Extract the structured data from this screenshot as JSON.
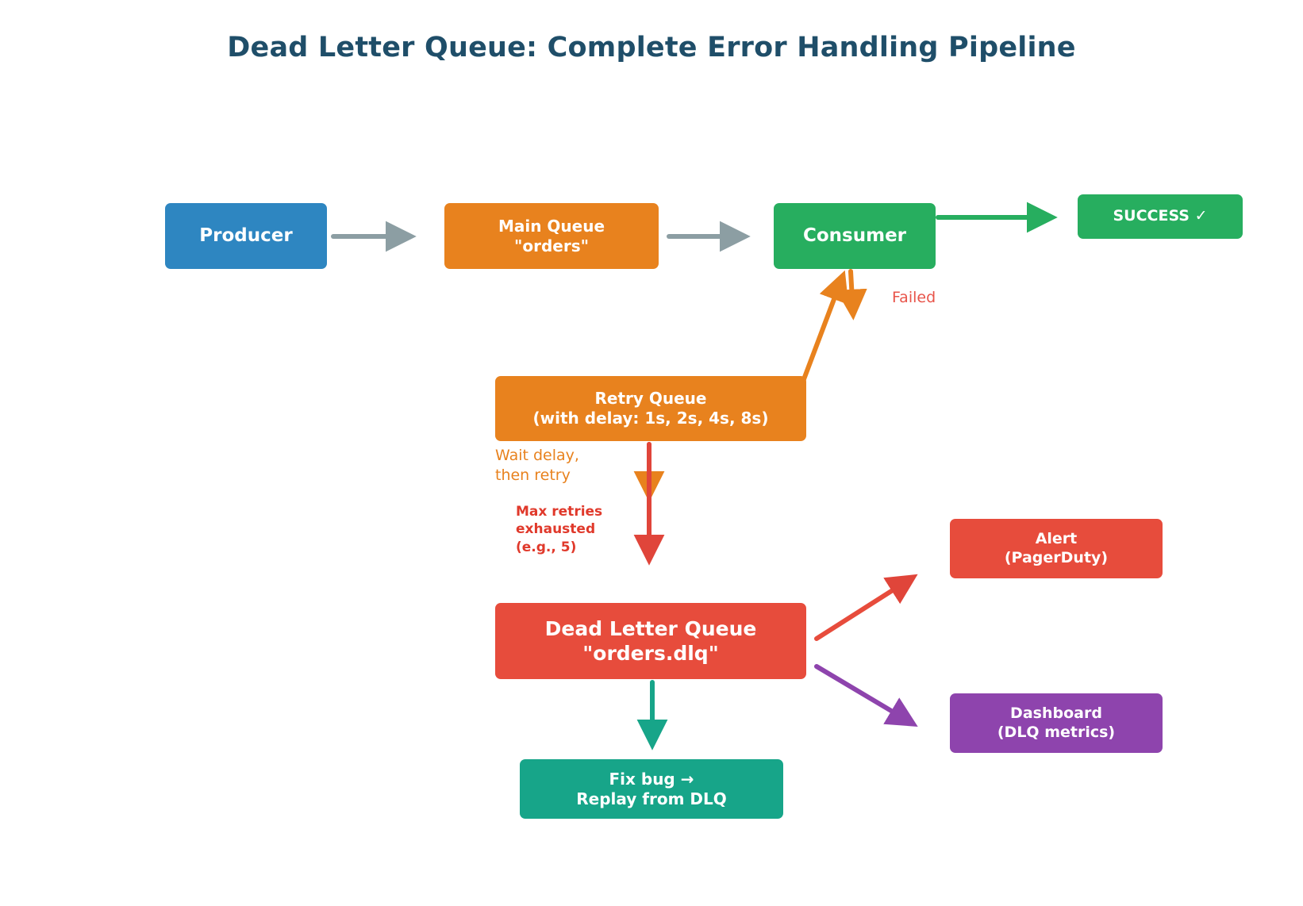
{
  "title": "Dead Letter Queue: Complete Error Handling Pipeline",
  "nodes": {
    "producer": {
      "label": "Producer",
      "color": "#2e86c1"
    },
    "main_queue": {
      "label": "Main Queue\n\"orders\"",
      "color": "#e8821e"
    },
    "consumer": {
      "label": "Consumer",
      "color": "#27ae5f"
    },
    "success": {
      "label": "SUCCESS ✓",
      "color": "#27ae5f"
    },
    "retry_queue": {
      "label": "Retry Queue\n(with delay: 1s, 2s, 4s, 8s)",
      "color": "#e8821e"
    },
    "dead_letter_queue": {
      "label": "Dead Letter Queue\n\"orders.dlq\"",
      "color": "#e74c3c"
    },
    "alert": {
      "label": "Alert\n(PagerDuty)",
      "color": "#e74c3c"
    },
    "dashboard": {
      "label": "Dashboard\n(DLQ metrics)",
      "color": "#8e44ad"
    },
    "fix_bug": {
      "label": "Fix bug →\nReplay from DLQ",
      "color": "#17a589"
    }
  },
  "edges": {
    "producer_to_main_queue": {
      "label": "",
      "color": "#8c9ea3"
    },
    "main_queue_to_consumer": {
      "label": "",
      "color": "#8c9ea3"
    },
    "consumer_to_success": {
      "label": "",
      "color": "#27ae5f"
    },
    "consumer_to_retry": {
      "label": "Failed",
      "color": "#e8821e",
      "label_color": "#e8544a"
    },
    "retry_to_consumer": {
      "label": "",
      "color": "#e8821e"
    },
    "retry_wait_delay": {
      "label": "Wait delay,\nthen retry",
      "color": "#e8821e"
    },
    "retry_to_dlq": {
      "label": "Max retries\nexhausted\n(e.g., 5)",
      "color": "#e0392b"
    },
    "dlq_to_alert": {
      "label": "",
      "color": "#e74c3c"
    },
    "dlq_to_dashboard": {
      "label": "",
      "color": "#8e44ad"
    },
    "dlq_to_fix_bug": {
      "label": "",
      "color": "#17a589"
    }
  },
  "colors": {
    "title": "#1f4e69",
    "background": "#ffffff",
    "blue": "#2e86c1",
    "orange": "#e8821e",
    "green": "#27ae5f",
    "red": "#e74c3c",
    "purple": "#8e44ad",
    "teal": "#17a589",
    "gray_arrow": "#8c9ea3"
  }
}
